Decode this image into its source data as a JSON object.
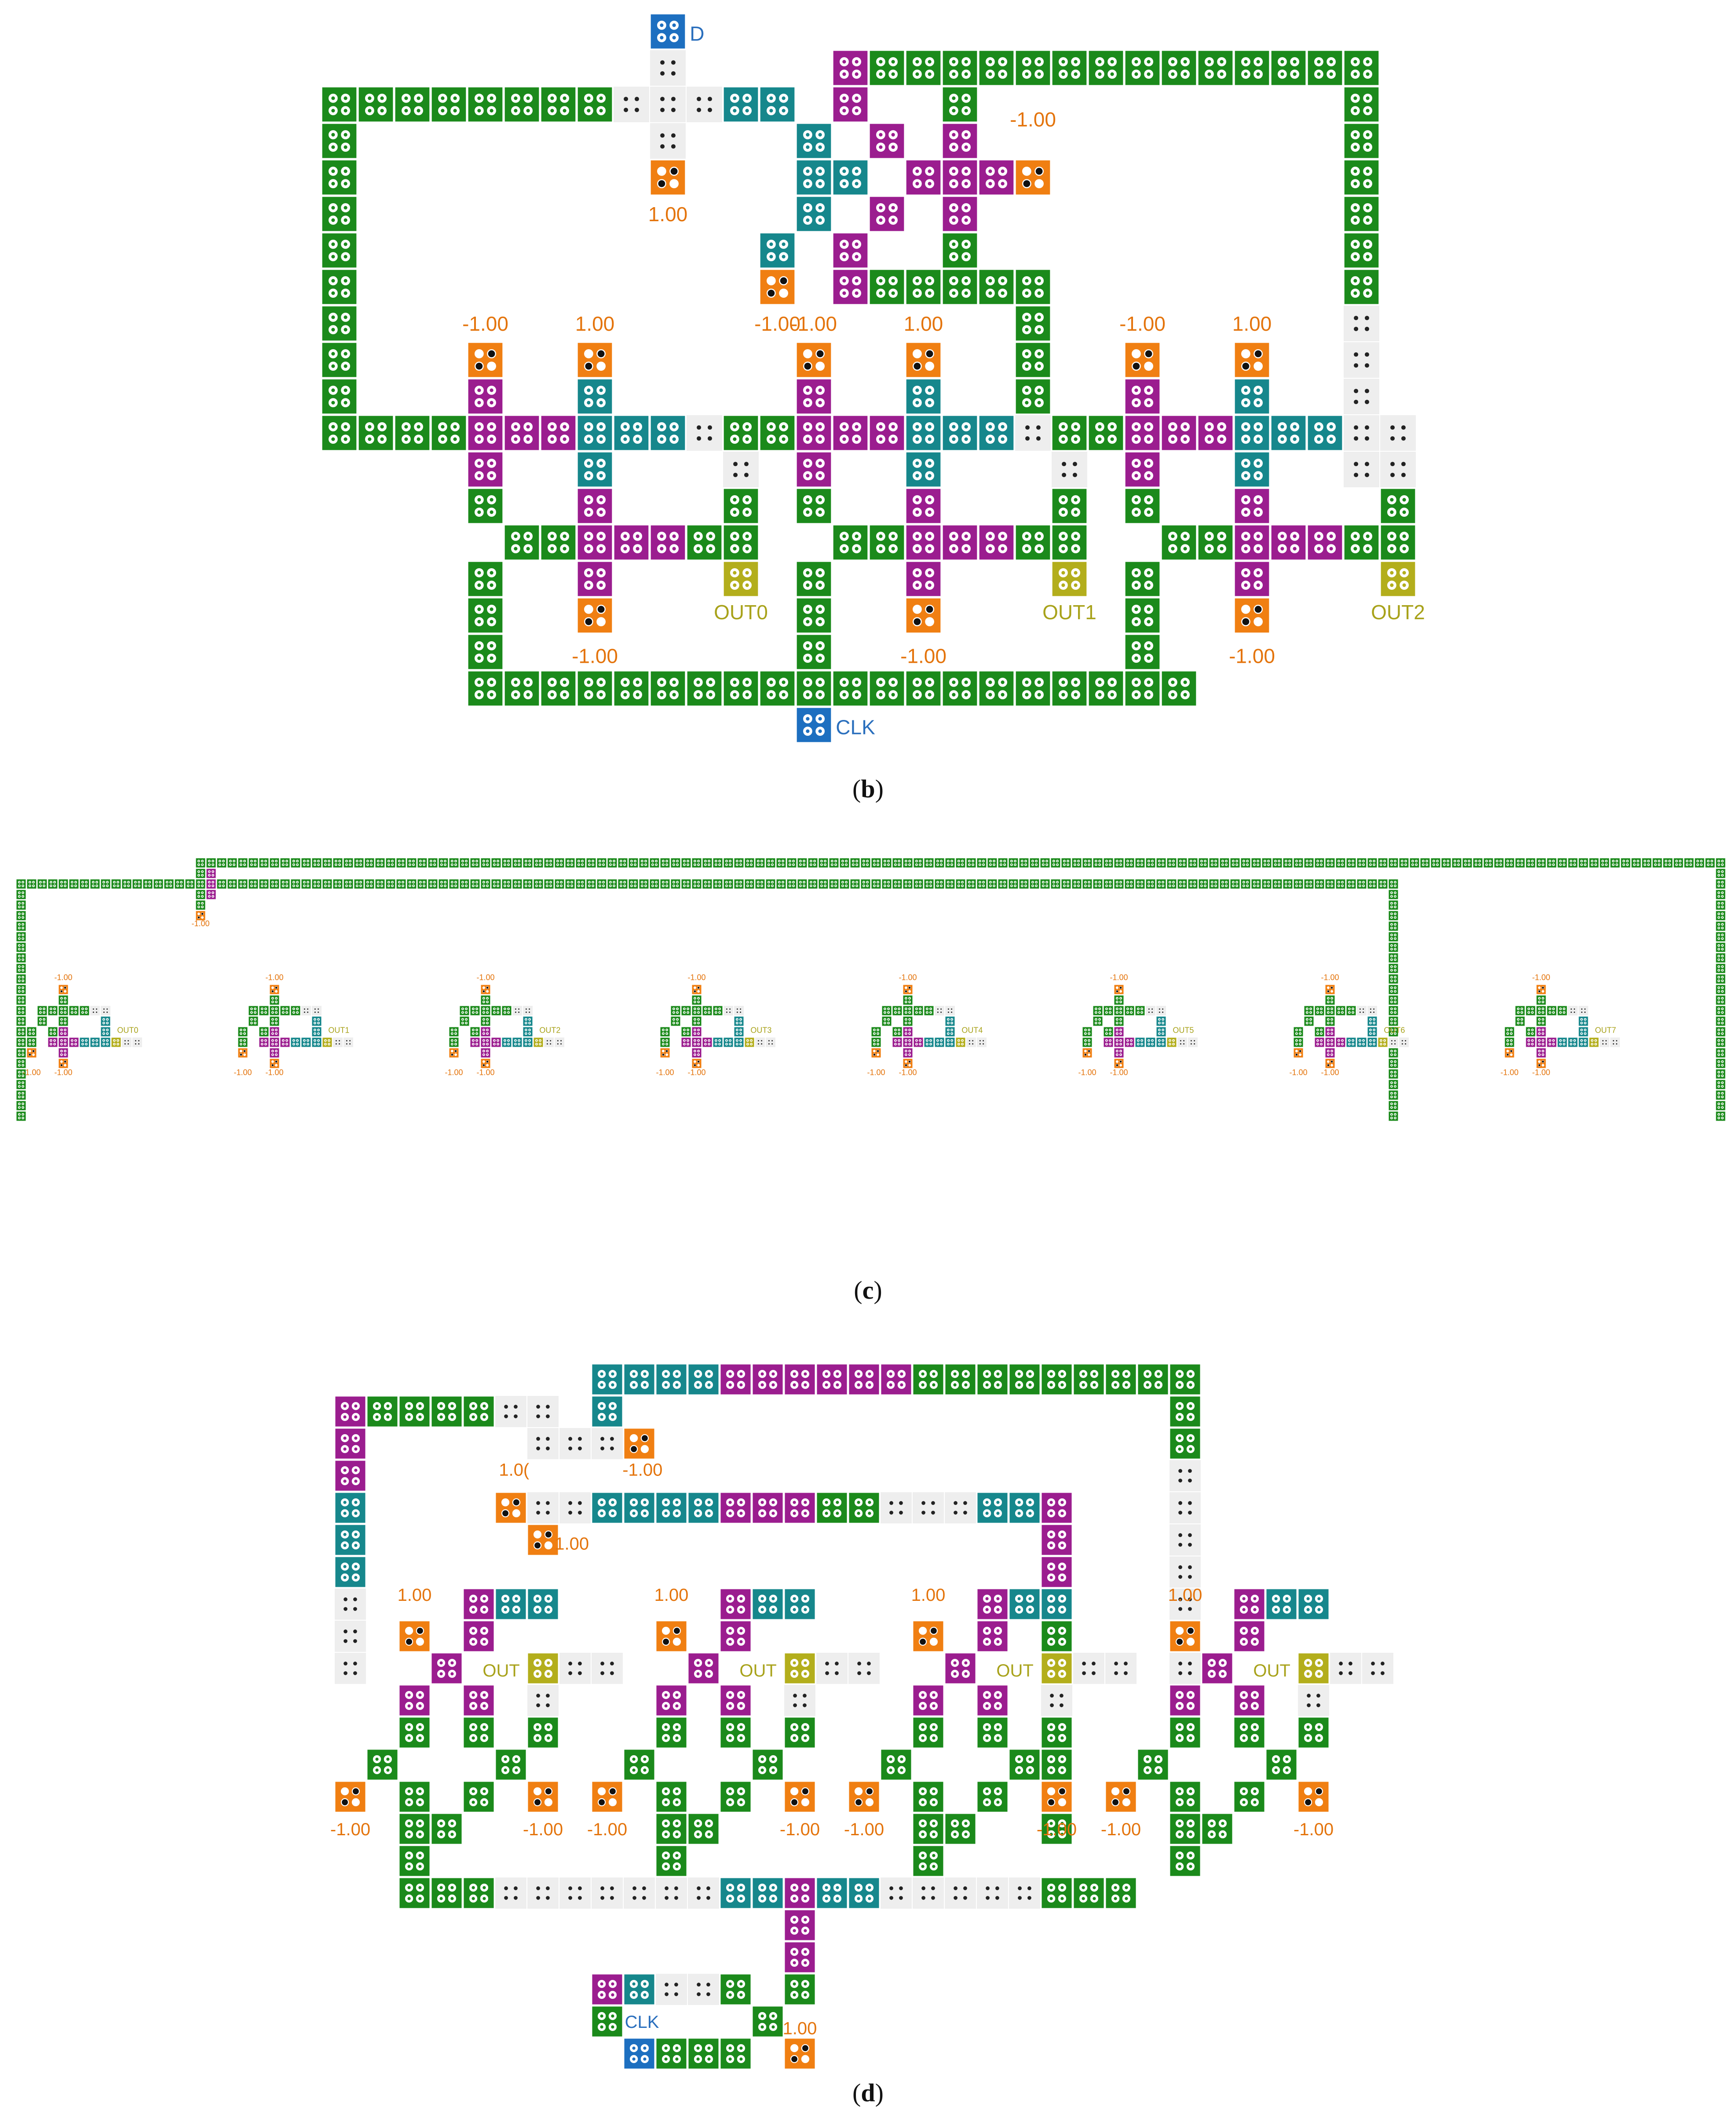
{
  "colors": {
    "green": "#1b8a1b",
    "magenta": "#9b1d8f",
    "teal": "#16878c",
    "orange": "#f07f12",
    "olive": "#b3ae1c",
    "blue": "#1d6fc0",
    "empty": "#eeeeee",
    "label_orange": "#e4740c",
    "label_olive": "#a8a21a",
    "label_blue": "#2a6fbd"
  },
  "panels": [
    {
      "id": "b",
      "caption_letter": "b",
      "labels": {
        "input_d": "D",
        "input_clk": "CLK",
        "outputs": [
          "OUT0",
          "OUT1",
          "OUT2"
        ],
        "weights": [
          "-1.00",
          "1.00",
          "-1.00",
          "1.00",
          "-1.00",
          "-1.00",
          "1.00",
          "-1.00",
          "1.00",
          "-1.00",
          "-1.00",
          "-1.00"
        ]
      }
    },
    {
      "id": "c",
      "caption_letter": "c",
      "labels": {
        "outputs": [
          "OUT0",
          "OUT1",
          "OUT2",
          "OUT3",
          "OUT4",
          "OUT5",
          "OUT6",
          "OUT7"
        ],
        "weights": [
          "-1.00",
          "-1.00",
          "-1.00",
          "-1.00"
        ]
      }
    },
    {
      "id": "d",
      "caption_letter": "d",
      "labels": {
        "input_clk": "CLK",
        "outputs": [
          "OUT",
          "OUT",
          "OUT",
          "OUT"
        ],
        "weights": [
          "1.00",
          "-1.00",
          "1.00",
          "1.00",
          "1.00",
          "1.00",
          "1.00",
          "-1.00",
          "-1.00",
          "1.00"
        ]
      }
    }
  ]
}
